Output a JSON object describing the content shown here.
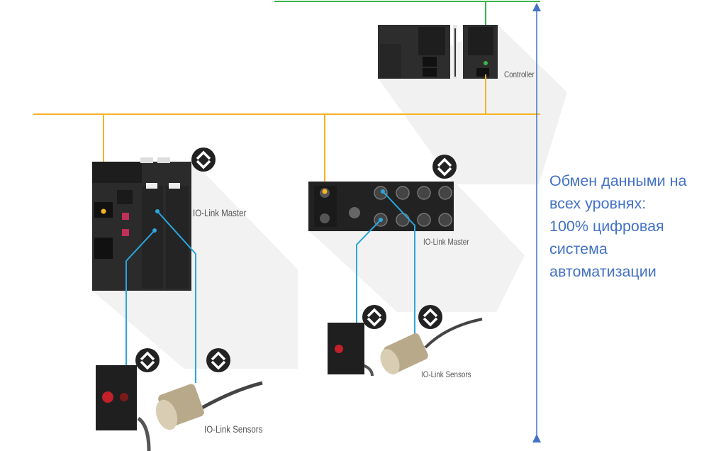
{
  "labels": {
    "controller": "Controller",
    "master_left": "IO-Link Master",
    "master_right": "IO-Link Master",
    "sensors_right": "IO-Link Sensors",
    "sensors_left": "IO-Link Sensors"
  },
  "caption": {
    "lines": [
      "Обмен данными на",
      "всех уровнях:",
      "100% цифровая",
      "система",
      "автоматизации"
    ]
  },
  "colors": {
    "controller_network": "#3cb44b",
    "fieldbus": "#f5b324",
    "io_link": "#29a8de",
    "arrow": "#4472c4",
    "caption": "#4472c4"
  },
  "icons": [
    "io-link-icon"
  ]
}
